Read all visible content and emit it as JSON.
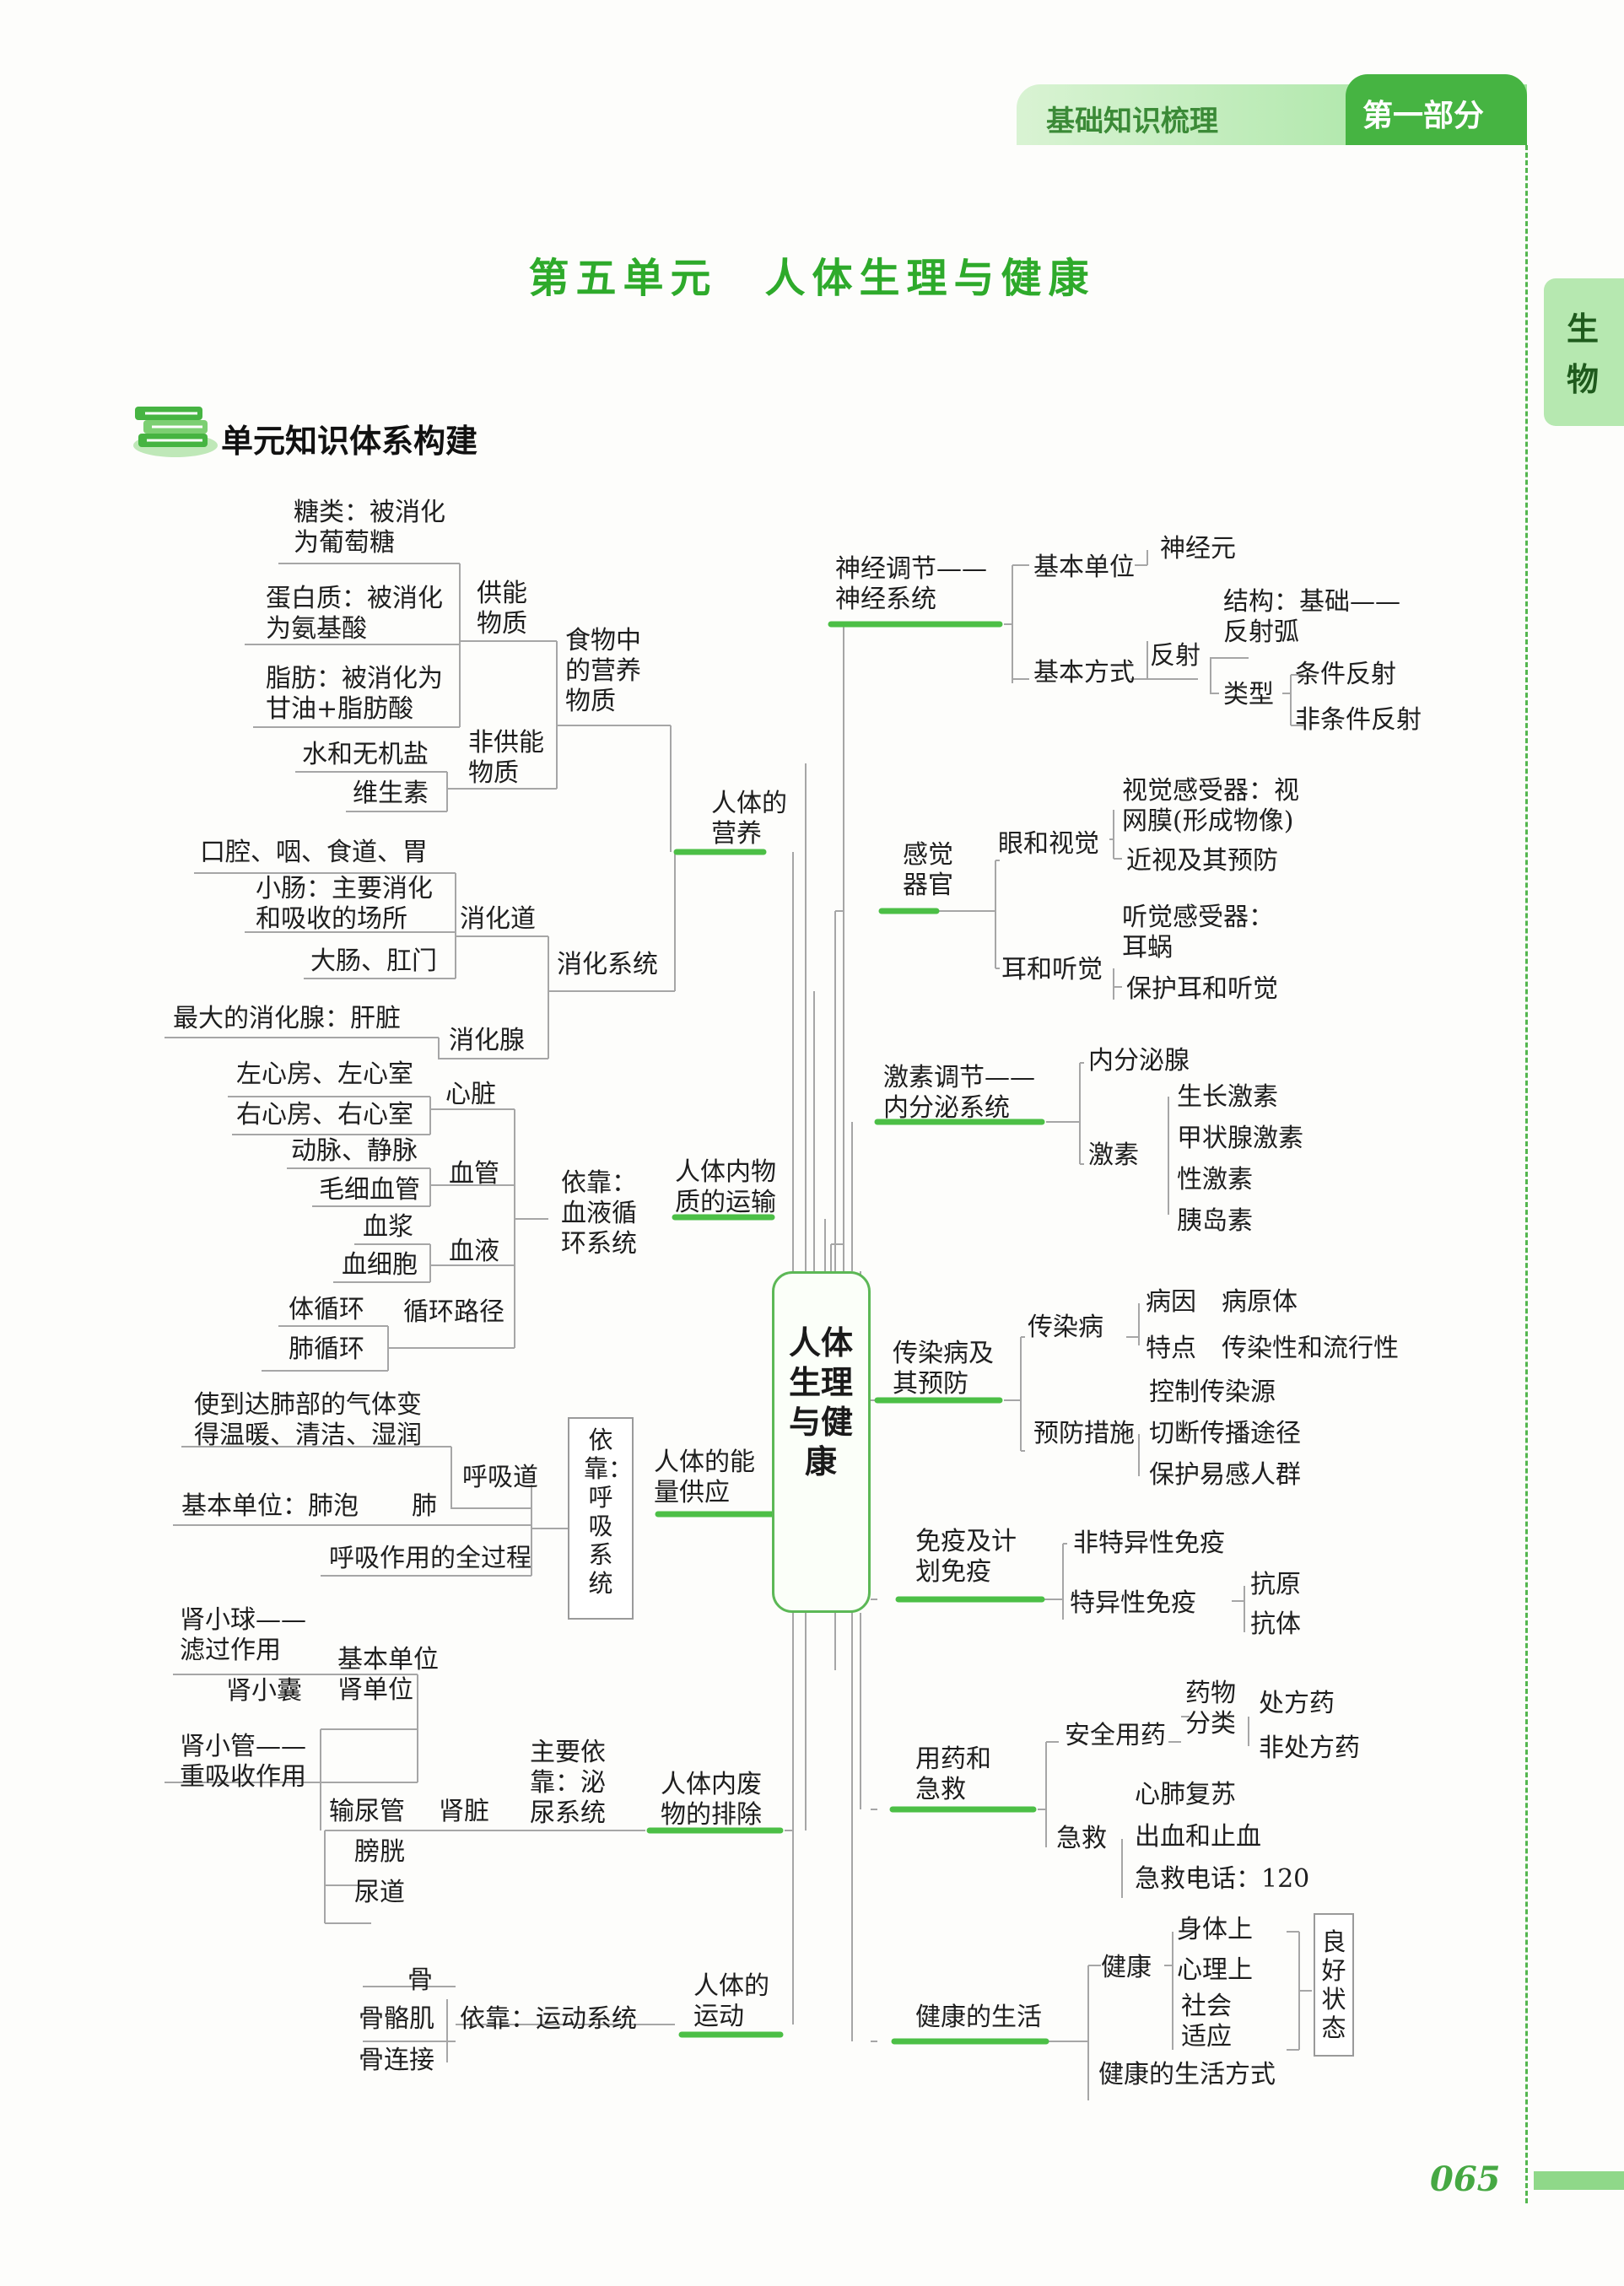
{
  "header": {
    "section": "基础知识梳理",
    "part": "第一部分",
    "subject": "生\n物"
  },
  "title": "第五单元　人体生理与健康",
  "section_title": "单元知识体系构建",
  "center": "人体生理与健康",
  "page_number": "065",
  "colors": {
    "accent": "#46b442",
    "branch": "#4cbf46",
    "line": "#a6a6a6",
    "text": "#1e1e1e"
  },
  "icons": [
    "books-icon"
  ],
  "nutrition": {
    "sugar": "糖类：被消化\n为葡萄糖",
    "protein": "蛋白质：被消化\n为氨基酸",
    "fat": "脂肪：被消化为\n甘油+脂肪酸",
    "energy": "供能\n物质",
    "water": "水和无机盐",
    "vitamin": "维生素",
    "non_energy": "非供能\n物质",
    "food": "食物中\n的营养\n物质",
    "branch": "人体的\n营养"
  },
  "digestion": {
    "mouth": "口腔、咽、食道、胃",
    "small": "小肠：主要消化\n和吸收的场所",
    "tract": "消化道",
    "large": "大肠、肛门",
    "system": "消化系统",
    "liver": "最大的消化腺：肝脏",
    "gland": "消化腺"
  },
  "circulation": {
    "left": "左心房、左心室",
    "heart": "心脏",
    "right": "右心房、右心室",
    "arteries": "动脉、静脉",
    "vessel": "血管",
    "capillary": "毛细血管",
    "plasma": "血浆",
    "blood": "血液",
    "cells": "血细胞",
    "body": "体循环",
    "path": "循环路径",
    "lung": "肺循环",
    "rely": "依靠：\n血液循\n环系统",
    "branch": "人体内物\n质的运输"
  },
  "respiration": {
    "air": "使到达肺部的气体变\n得温暖、清洁、湿润",
    "tract": "呼吸道",
    "unit": "基本单位：肺泡",
    "lung": "肺",
    "whole": "呼吸作用的全过程",
    "rely": "依靠：呼吸系统",
    "branch": "人体的能\n量供应"
  },
  "excretion": {
    "glom": "肾小球——\n滤过作用",
    "unit": "基本单位\n肾单位",
    "capsule": "肾小囊",
    "tubule": "肾小管——\n重吸收作用",
    "ureter": "输尿管",
    "kidney": "肾脏",
    "bladder": "膀胱",
    "urethra": "尿道",
    "rely": "主要依\n靠：泌\n尿系统",
    "branch": "人体内废\n物的排除"
  },
  "movement": {
    "bone": "骨",
    "muscle": "骨骼肌",
    "joint": "骨连接",
    "rely": "依靠：运动系统",
    "branch": "人体的\n运动"
  },
  "nervous": {
    "branch": "神经调节——\n神经系统",
    "unit": "基本单位",
    "neuron": "神经元",
    "way": "基本方式",
    "reflex": "反射",
    "structure": "结构：基础——\n反射弧",
    "type": "类型",
    "cond": "条件反射",
    "uncond": "非条件反射"
  },
  "senses": {
    "branch": "感觉\n器官",
    "eye": "眼和视觉",
    "eye_receptor": "视觉感受器：视\n网膜(形成物像)",
    "myopia": "近视及其预防",
    "ear": "耳和听觉",
    "ear_receptor": "听觉感受器：\n耳蜗",
    "protect": "保护耳和听觉"
  },
  "hormone": {
    "branch": "激素调节——\n内分泌系统",
    "gland": "内分泌腺",
    "hormone": "激素",
    "growth": "生长激素",
    "thyroid": "甲状腺激素",
    "sex": "性激素",
    "insulin": "胰岛素"
  },
  "infection": {
    "branch": "传染病及\n其预防",
    "disease": "传染病",
    "cause": "病因　病原体",
    "feature": "特点　传染性和流行性",
    "prevent": "预防措施",
    "control": "控制传染源",
    "cut": "切断传播途径",
    "protect": "保护易感人群"
  },
  "immunity": {
    "branch": "免疫及计\n划免疫",
    "nonspecific": "非特异性免疫",
    "specific": "特异性免疫",
    "antigen": "抗原",
    "antibody": "抗体"
  },
  "medicine": {
    "branch": "用药和\n急救",
    "safe": "安全用药",
    "category": "药物\n分类",
    "rx": "处方药",
    "otc": "非处方药",
    "first_aid": "急救",
    "cpr": "心肺复苏",
    "bleeding": "出血和止血",
    "phone": "急救电话：120"
  },
  "healthy": {
    "branch": "健康的生活",
    "health": "健康",
    "body": "身体上",
    "mind": "心理上",
    "social": "社会\n适应",
    "good": "良好状态",
    "lifestyle": "健康的生活方式"
  }
}
